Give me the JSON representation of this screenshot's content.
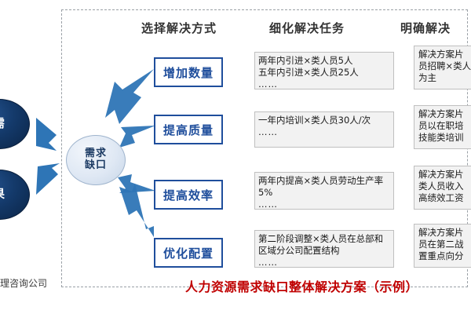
{
  "diagram": {
    "columns": [
      {
        "id": "col-select",
        "label": "选择解决方式"
      },
      {
        "id": "col-detail",
        "label": "细化解决任务"
      },
      {
        "id": "col-clarify",
        "label": "明确解决"
      }
    ],
    "left_nodes": [
      {
        "id": "left-node-demand",
        "label": "需"
      },
      {
        "id": "left-node-result",
        "label": "果"
      }
    ],
    "center_node": {
      "line1": "需求",
      "line2": "缺口"
    },
    "rows": [
      {
        "solution": "增加数量",
        "task": "两年内引进×类人员5人\n五年内引进×类人员25人",
        "task_dots": "……",
        "clarify": "解决方案片\n员招聘×类人\n为主",
        "clarify_dots": ""
      },
      {
        "solution": "提高质量",
        "task": "一年内培训×类人员30人/次",
        "task_dots": "……",
        "clarify": "解决方案片\n员以在职培\n技能类培训",
        "clarify_dots": ""
      },
      {
        "solution": "提高效率",
        "task": "两年内提高×类人员劳动生产率5%",
        "task_dots": "……",
        "clarify": "解决方案片\n类人员收入\n高绩效工资",
        "clarify_dots": ""
      },
      {
        "solution": "优化配置",
        "task": "第二阶段调整×类人员在总部和区域分公司配置结构",
        "task_dots": "……",
        "clarify": "解决方案片\n员在第二战\n置重点向分",
        "clarify_dots": ""
      }
    ],
    "caption": "人力资源需求缺口整体解决方案（示例）",
    "footer_left": "理咨询公司",
    "colors": {
      "arrow_blue": "#2E75B6",
      "box_blue": "#1F4E9C",
      "caption_red": "#C00000",
      "task_grey": "#F2F2F2",
      "node_dark": "#143A6B"
    }
  }
}
